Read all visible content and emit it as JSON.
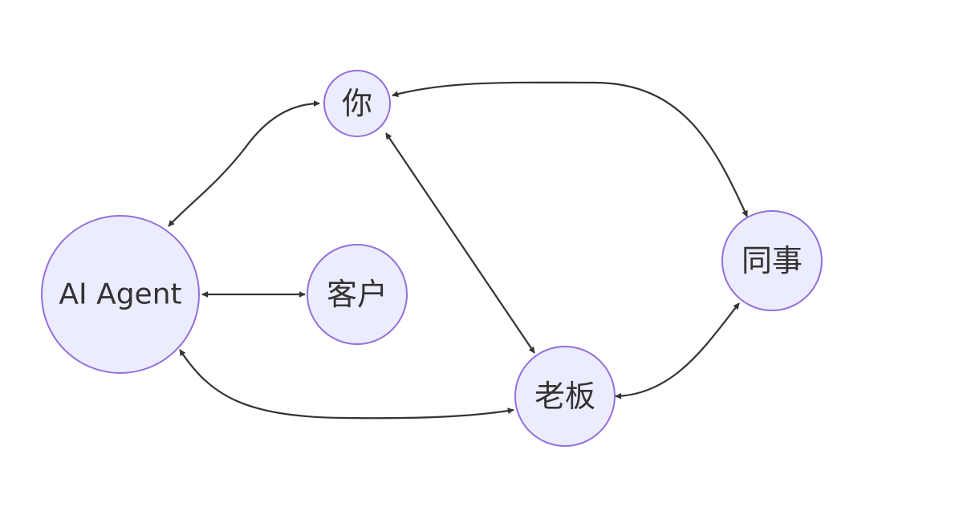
{
  "diagram": {
    "type": "flowchart",
    "colors": {
      "node_fill": "#ececff",
      "node_stroke": "#9370db",
      "edge": "#333333",
      "text": "#333333",
      "background": "#ffffff"
    },
    "nodes": {
      "you": {
        "label": "你"
      },
      "ai_agent": {
        "label": "AI Agent"
      },
      "client": {
        "label": "客户"
      },
      "colleague": {
        "label": "同事"
      },
      "boss": {
        "label": "老板"
      }
    },
    "edges": [
      {
        "from": "you",
        "to": "ai_agent",
        "direction": "both"
      },
      {
        "from": "you",
        "to": "colleague",
        "direction": "both"
      },
      {
        "from": "you",
        "to": "boss",
        "direction": "both"
      },
      {
        "from": "ai_agent",
        "to": "client",
        "direction": "both"
      },
      {
        "from": "ai_agent",
        "to": "boss",
        "direction": "both"
      },
      {
        "from": "colleague",
        "to": "boss",
        "direction": "both"
      }
    ]
  }
}
